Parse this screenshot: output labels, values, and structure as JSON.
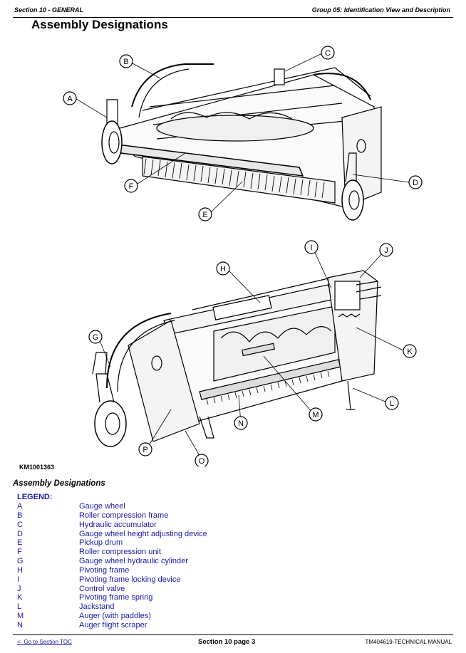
{
  "header": {
    "section": "Section 10 - GENERAL",
    "group": "Group 05: Identification View and Description"
  },
  "title": "Assembly Designations",
  "figure_id": "KM1001363",
  "callouts": [
    "A",
    "B",
    "C",
    "D",
    "E",
    "F",
    "G",
    "H",
    "I",
    "J",
    "K",
    "L",
    "M",
    "N",
    "O",
    "P"
  ],
  "caption": "Assembly Designations",
  "legend_title": "LEGEND:",
  "legend": [
    {
      "key": "A",
      "label": "Gauge wheel"
    },
    {
      "key": "B",
      "label": "Roller compression frame"
    },
    {
      "key": "C",
      "label": "Hydraulic accumulator"
    },
    {
      "key": "D",
      "label": "Gauge wheel height adjusting device"
    },
    {
      "key": "E",
      "label": "Pickup drum"
    },
    {
      "key": "F",
      "label": "Roller compression unit"
    },
    {
      "key": "G",
      "label": "Gauge wheel hydraulic cylinder"
    },
    {
      "key": "H",
      "label": "Pivoting frame"
    },
    {
      "key": "I",
      "label": "Pivoting frame locking device"
    },
    {
      "key": "J",
      "label": "Control valve"
    },
    {
      "key": "K",
      "label": "Pivoting frame spring"
    },
    {
      "key": "L",
      "label": "Jackstand"
    },
    {
      "key": "M",
      "label": "Auger (with paddles)"
    },
    {
      "key": "N",
      "label": "Auger flight scraper"
    }
  ],
  "footer": {
    "toc_link": "<- Go to Section TOC",
    "page": "Section 10 page 3",
    "manual": "TM404619-TECHNICAL MANUAL"
  }
}
